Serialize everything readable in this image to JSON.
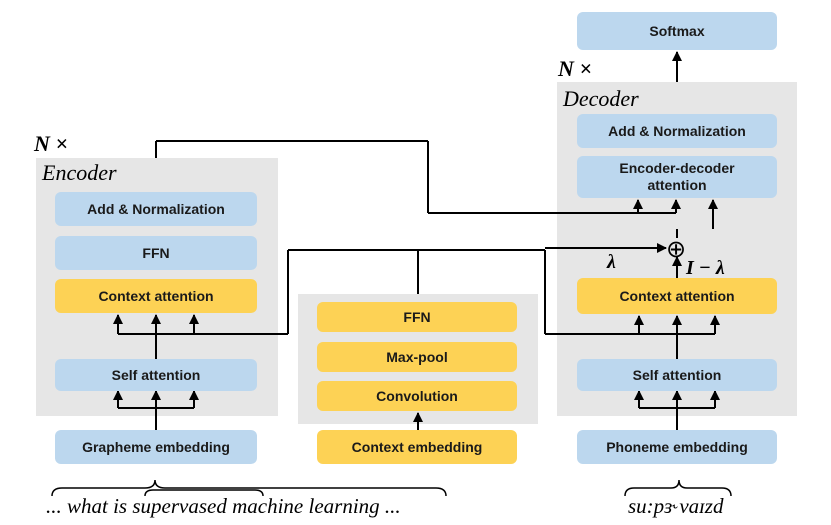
{
  "encoder": {
    "repeat": "N ×",
    "title": "Encoder",
    "add_norm": "Add & Normalization",
    "ffn": "FFN",
    "context_attention": "Context attention",
    "self_attention": "Self attention",
    "embedding": "Grapheme embedding"
  },
  "context": {
    "ffn": "FFN",
    "maxpool": "Max-pool",
    "convolution": "Convolution",
    "embedding": "Context embedding"
  },
  "decoder": {
    "repeat": "N ×",
    "title": "Decoder",
    "softmax": "Softmax",
    "add_norm": "Add & Normalization",
    "enc_dec_attention_line1": "Encoder-decoder",
    "enc_dec_attention_line2": "attention",
    "context_attention": "Context attention",
    "self_attention": "Self attention",
    "embedding": "Phoneme embedding",
    "lambda": "λ",
    "one_minus_lambda": "I − λ",
    "sum_symbol": "⊕"
  },
  "input": {
    "sentence_prefix": "... what is ",
    "target_word": "supervased",
    "sentence_suffix": " machine learning ...",
    "phonemes": "su:pɜ˞vaɪzd"
  },
  "colors": {
    "blue_box": "#bcd7ee",
    "yellow_box": "#fdd255",
    "panel": "#e6e6e6"
  }
}
